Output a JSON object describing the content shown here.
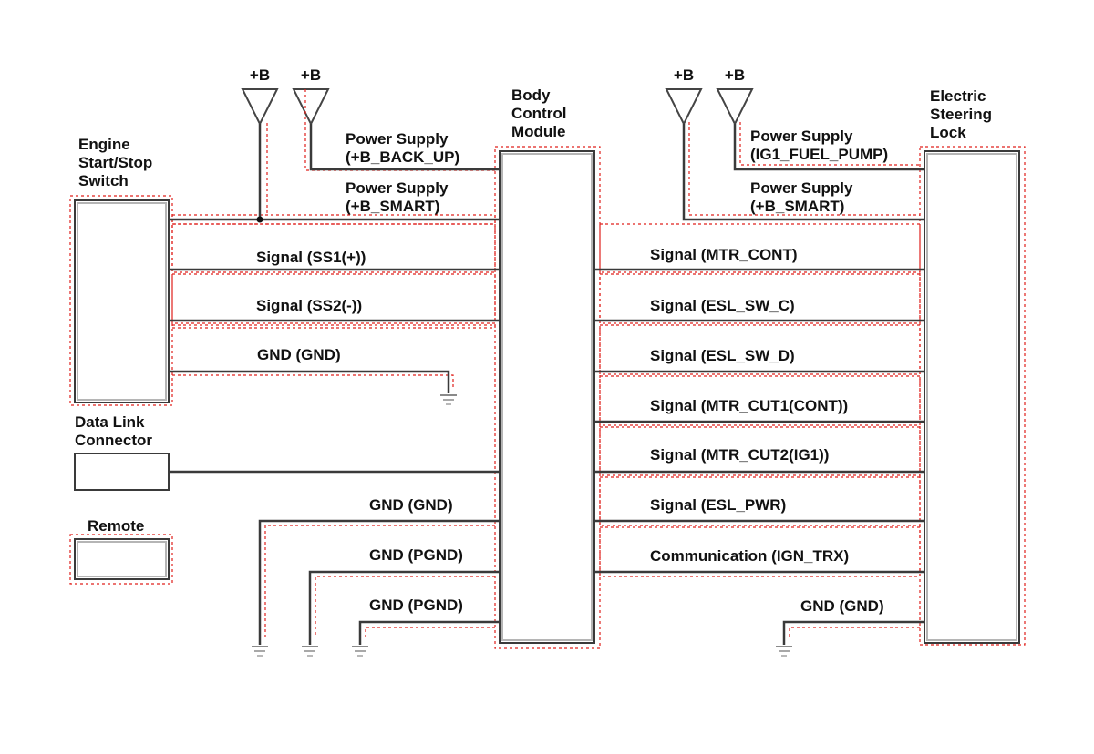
{
  "components": {
    "engine_switch": "Engine\nStart/Stop\nSwitch",
    "bcm": "Body\nControl\nModule",
    "esl": "Electric\nSteering\nLock",
    "dlc": "Data Link\nConnector",
    "remote": "Remote"
  },
  "supply": {
    "plus_b": "+B"
  },
  "left_wires": {
    "ps_backup": "Power Supply\n(+B_BACK_UP)",
    "ps_smart": "Power Supply\n(+B_SMART)",
    "ss1": "Signal (SS1(+))",
    "ss2": "Signal (SS2(-))",
    "gnd_switch": "GND (GND)",
    "gnd_bcm": "GND (GND)",
    "pgnd_1": "GND (PGND)",
    "pgnd_2": "GND (PGND)"
  },
  "right_wires": {
    "ps_ig1_fuel": "Power Supply\n(IG1_FUEL_PUMP)",
    "ps_smart": "Power Supply\n(+B_SMART)",
    "mtr_cont": "Signal (MTR_CONT)",
    "esl_sw_c": "Signal (ESL_SW_C)",
    "esl_sw_d": "Signal (ESL_SW_D)",
    "mtr_cut1": "Signal (MTR_CUT1(CONT))",
    "mtr_cut2": "Signal (MTR_CUT2(IG1))",
    "esl_pwr": "Signal (ESL_PWR)",
    "ign_trx": "Communication (IGN_TRX)",
    "gnd_esl": "GND (GND)"
  },
  "colors": {
    "wire": "#3a3a3a",
    "highlight_dash": "#e0201c"
  }
}
